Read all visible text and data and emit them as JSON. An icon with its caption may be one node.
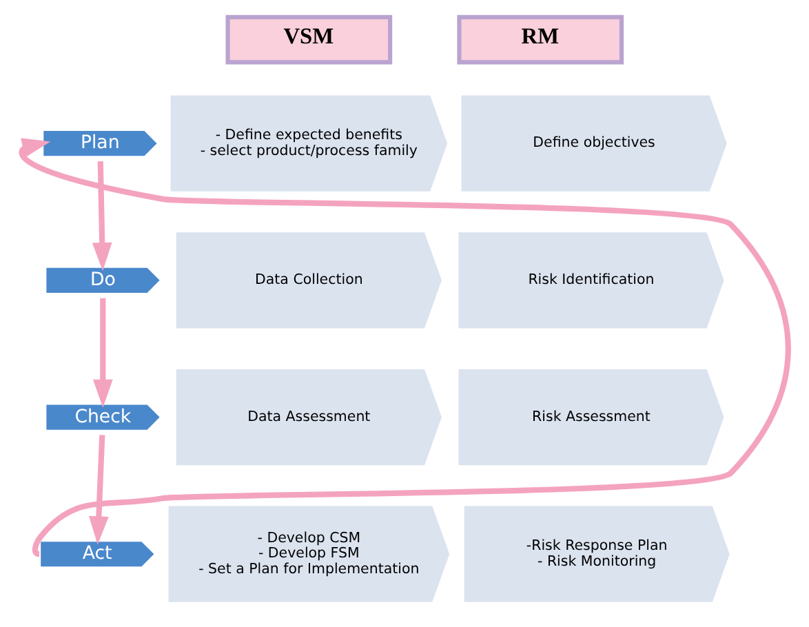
{
  "diagram": {
    "nodes": [
      {
        "text": [
          "VSM"
        ]
      },
      {
        "text": [
          "RM"
        ]
      },
      {
        "text": [
          "Plan"
        ]
      },
      {
        "text": [
          "Do"
        ]
      },
      {
        "text": [
          "Check"
        ]
      },
      {
        "text": [
          "Act"
        ]
      },
      {
        "text": [
          "- Define expected benefits",
          "- select product/process family"
        ]
      },
      {
        "text": [
          "Define objectives"
        ]
      },
      {
        "text": [
          "Data Collection"
        ]
      },
      {
        "text": [
          "Risk Identification"
        ]
      },
      {
        "text": [
          "Data Assessment"
        ]
      },
      {
        "text": [
          "Risk Assessment"
        ]
      },
      {
        "text": [
          "- Develop CSM",
          "- Develop FSM",
          "- Set a Plan for Implementation"
        ]
      },
      {
        "text": [
          "-Risk Response Plan",
          "- Risk Monitoring"
        ]
      }
    ],
    "edges": [
      {
        "from": 2,
        "to": 3,
        "arrow": "to"
      },
      {
        "from": 3,
        "to": 4,
        "arrow": "to"
      },
      {
        "from": 4,
        "to": 5,
        "arrow": "to"
      },
      {
        "from": 5,
        "to": 2,
        "arrow": "to"
      }
    ]
  }
}
